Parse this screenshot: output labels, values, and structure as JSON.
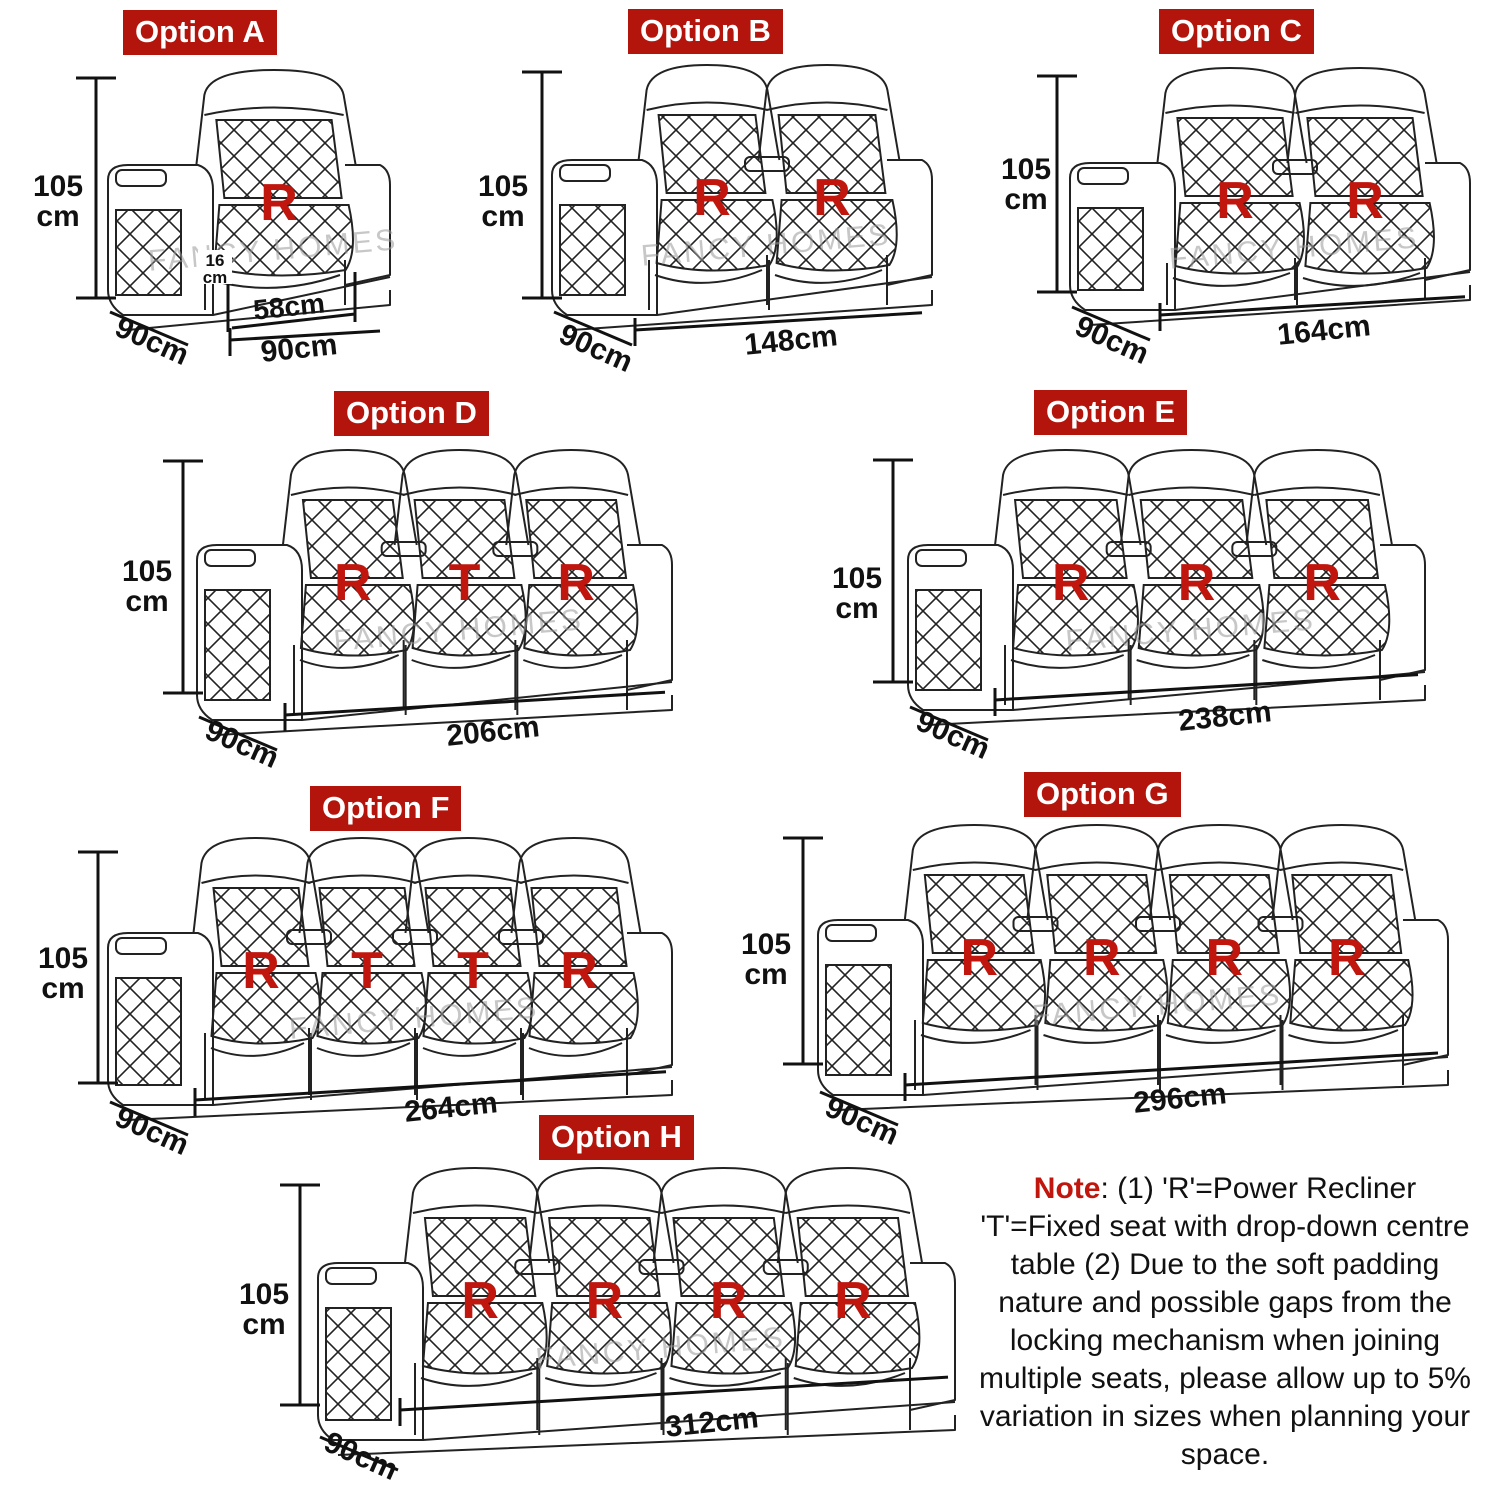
{
  "options": [
    {
      "id": "A",
      "title": "Option A",
      "height": "105",
      "height_unit": "cm",
      "depth": "90cm",
      "width": "90cm",
      "seat_width": "58cm",
      "armrest_w": "16",
      "armrest_unit": "cm",
      "seats": [
        "R"
      ]
    },
    {
      "id": "B",
      "title": "Option B",
      "height": "105",
      "height_unit": "cm",
      "depth": "90cm",
      "width": "148cm",
      "seats": [
        "R",
        "R"
      ]
    },
    {
      "id": "C",
      "title": "Option C",
      "height": "105",
      "height_unit": "cm",
      "depth": "90cm",
      "width": "164cm",
      "seats": [
        "R",
        "R"
      ]
    },
    {
      "id": "D",
      "title": "Option D",
      "height": "105",
      "height_unit": "cm",
      "depth": "90cm",
      "width": "206cm",
      "seats": [
        "R",
        "T",
        "R"
      ]
    },
    {
      "id": "E",
      "title": "Option E",
      "height": "105",
      "height_unit": "cm",
      "depth": "90cm",
      "width": "238cm",
      "seats": [
        "R",
        "R",
        "R"
      ]
    },
    {
      "id": "F",
      "title": "Option F",
      "height": "105",
      "height_unit": "cm",
      "depth": "90cm",
      "width": "264cm",
      "seats": [
        "R",
        "T",
        "T",
        "R"
      ]
    },
    {
      "id": "G",
      "title": "Option G",
      "height": "105",
      "height_unit": "cm",
      "depth": "90cm",
      "width": "296cm",
      "seats": [
        "R",
        "R",
        "R",
        "R"
      ]
    },
    {
      "id": "H",
      "title": "Option H",
      "height": "105",
      "height_unit": "cm",
      "depth": "90cm",
      "width": "312cm",
      "seats": [
        "R",
        "R",
        "R",
        "R"
      ]
    }
  ],
  "watermark": "FANCY HOMES",
  "note": {
    "label": "Note",
    "text": ": (1) 'R'=Power Recliner 'T'=Fixed seat with drop-down centre table (2) Due to the soft padding nature and possible gaps from the locking mechanism when joining multiple seats, please allow up to 5% variation in sizes when planning your space."
  },
  "colors": {
    "accent": "#b3140c",
    "label": "#c0160e",
    "line": "#222222",
    "watermark": "#9a9a9a"
  }
}
